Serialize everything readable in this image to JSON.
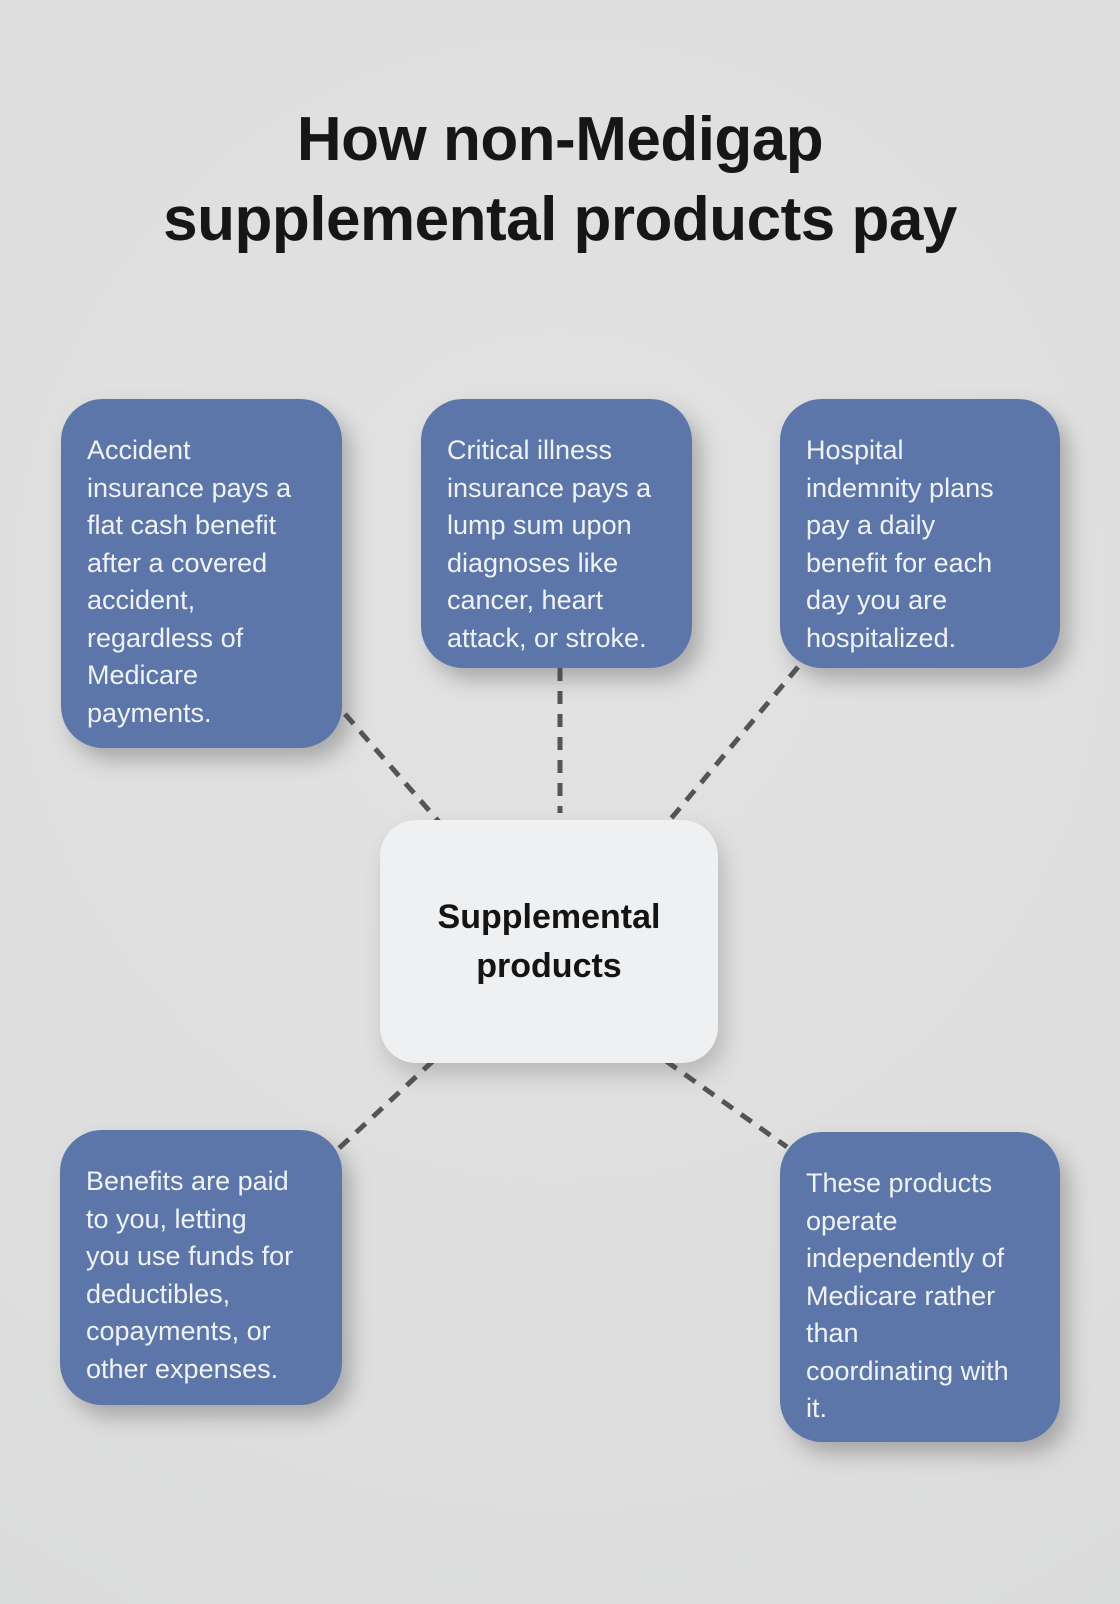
{
  "title": "How non-Medigap\nsupplemental products pay",
  "center": {
    "label": "Supplemental\nproducts"
  },
  "nodes": [
    {
      "id": "accident-insurance",
      "text": "Accident\ninsurance pays a\nflat cash benefit\nafter a covered\naccident,\nregardless of\nMedicare\npayments."
    },
    {
      "id": "critical-illness",
      "text": "Critical illness\ninsurance pays a\nlump sum upon\ndiagnoses like\ncancer, heart\nattack, or stroke."
    },
    {
      "id": "hospital-indemnity",
      "text": "Hospital\nindemnity plans\npay a daily\nbenefit for each\nday you are\nhospitalized."
    },
    {
      "id": "benefits-paid-to-you",
      "text": "Benefits are paid\nto you, letting\nyou use funds for\ndeductibles,\ncopayments, or\nother expenses."
    },
    {
      "id": "independent-of-medicare",
      "text": "These products\noperate\nindependently of\nMedicare rather\nthan\ncoordinating with\nit."
    }
  ],
  "colors": {
    "background": "#dedede",
    "title": "#161616",
    "node_fill": "#5c76aa",
    "node_text": "#eff2f7",
    "center_fill": "#eef0f2",
    "center_text": "#141414",
    "connector": "#555557"
  }
}
